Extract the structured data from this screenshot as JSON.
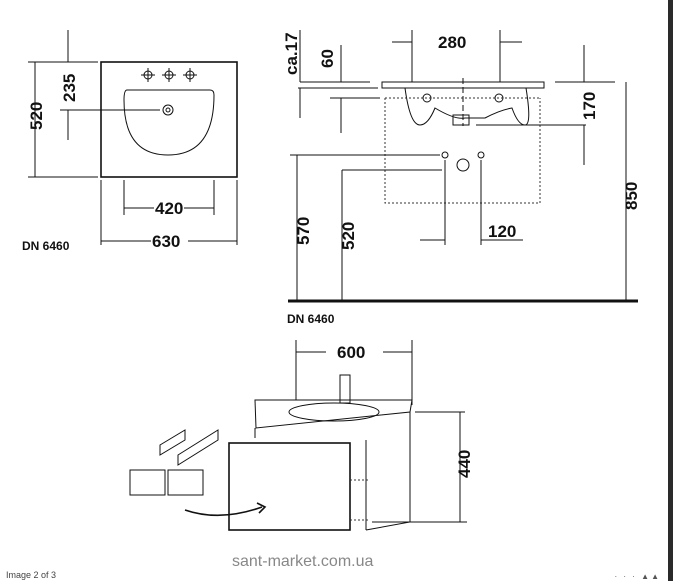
{
  "viewer": {
    "counter": "Image 2 of 3",
    "watermark": "sant-market.com.ua",
    "nav_dots": "· · · ▲▲"
  },
  "top_view": {
    "dims": {
      "d235": "235",
      "d520": "520",
      "d420": "420",
      "d630": "630"
    },
    "label": "DN 6460"
  },
  "side_view": {
    "dims": {
      "ca17": "ca.17",
      "d60": "60",
      "d280": "280",
      "d170": "170",
      "d850": "850",
      "d570": "570",
      "d520": "520",
      "d120": "120"
    },
    "label": "DN 6460"
  },
  "cabinet_view": {
    "dims": {
      "d600": "600",
      "d440": "440"
    }
  }
}
